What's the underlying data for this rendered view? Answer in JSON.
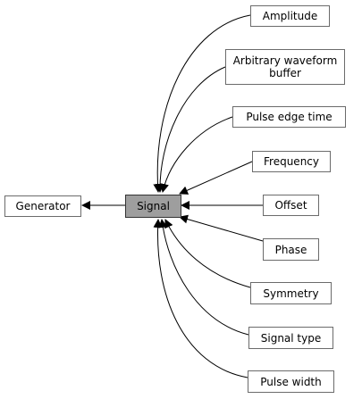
{
  "diagram": {
    "generator": "Generator",
    "center": "Signal",
    "nodes": {
      "amplitude": "Amplitude",
      "arbitrary_line1": "Arbitrary waveform",
      "arbitrary_line2": "buffer",
      "pulse_edge_time": "Pulse edge time",
      "frequency": "Frequency",
      "offset": "Offset",
      "phase": "Phase",
      "symmetry": "Symmetry",
      "signal_type": "Signal type",
      "pulse_width": "Pulse width"
    },
    "colors": {
      "center_fill": "#9e9e9e",
      "node_fill": "#ffffff",
      "border": "#6b6b6b",
      "edge": "#000000"
    }
  }
}
